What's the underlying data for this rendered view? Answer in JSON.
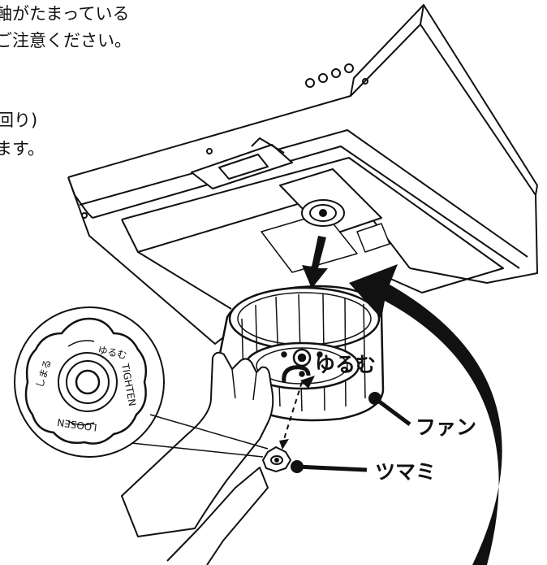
{
  "instructions": {
    "line1": "軸がたまっている",
    "line2": "ご注意ください。",
    "line3": "回り)",
    "line4": "ます。"
  },
  "labels": {
    "loosen": "ゆるむ",
    "fan": "ファン",
    "knob": "ツマミ"
  },
  "knob_detail": {
    "tighten_jp": "しまる",
    "loosen_jp": "ゆるむ",
    "tighten_en": "TIGHTEN",
    "loosen_en": "LOOSEN"
  },
  "icons": [
    "hood-illustration",
    "fan-illustration",
    "hand-illustration",
    "knob-icon",
    "rotation-arrow-icon",
    "curved-arrow-icon"
  ]
}
